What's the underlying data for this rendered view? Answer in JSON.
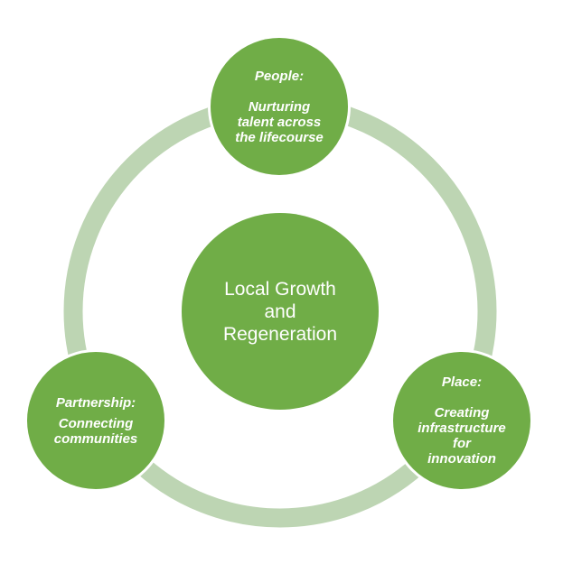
{
  "diagram": {
    "type": "cycle",
    "colors": {
      "node_fill": "#70AD47",
      "ring": "#BDD5B3",
      "text": "#FFFFFF"
    },
    "center": {
      "label": "Local Growth\nand\nRegeneration"
    },
    "nodes": [
      {
        "id": "people",
        "title": "People:",
        "description": "Nurturing\ntalent across\nthe lifecourse"
      },
      {
        "id": "place",
        "title": "Place:",
        "description": "Creating\ninfrastructure\nfor\ninnovation"
      },
      {
        "id": "partnership",
        "title": "Partnership:",
        "description": "Connecting\ncommunities"
      }
    ]
  }
}
